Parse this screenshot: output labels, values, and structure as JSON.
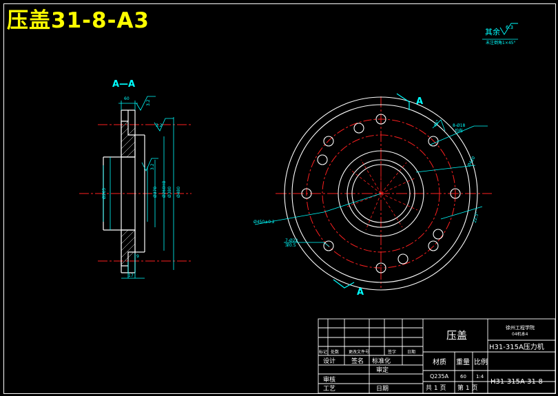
{
  "title": "压盖31-8-A3",
  "section_view": {
    "label": "A—A",
    "dims": [
      "60",
      "3.2",
      "3.2",
      "3.2",
      "Ø265",
      "Ø370",
      "Ø260H8",
      "Ø380",
      "Ø480",
      "9",
      "17"
    ]
  },
  "plan_view": {
    "cut_mark": "A",
    "callouts": [
      "8-Ø18",
      "均布",
      "Ø420",
      "22.5°",
      "45°",
      "Ø450±0.2",
      "7-Ø22",
      "深0.5"
    ]
  },
  "roughness_note": {
    "label": "其余",
    "value": "6.3",
    "note": "未注倒角1×45°"
  },
  "title_block": {
    "part_name": "压盖",
    "school": "徐州工程学院",
    "school_sub": "04机本4",
    "machine": "H31-315A压力机",
    "drawing_no": "H31-315A-31-8",
    "material_label": "材质",
    "weight_label": "重量",
    "scale_label": "比例",
    "material": "Q235A",
    "weight": "60",
    "scale": "1:4",
    "sheets_total": "共 1 页",
    "sheet_no": "第 1 页",
    "rev_headers": [
      "标记",
      "处数",
      "更改文件号",
      "签字",
      "日期"
    ],
    "role_design": "设计",
    "role_sign": "签名",
    "role_standard": "标准化",
    "role_approve": "审定",
    "role_check": "审核",
    "role_process": "工艺",
    "role_date": "日期"
  }
}
